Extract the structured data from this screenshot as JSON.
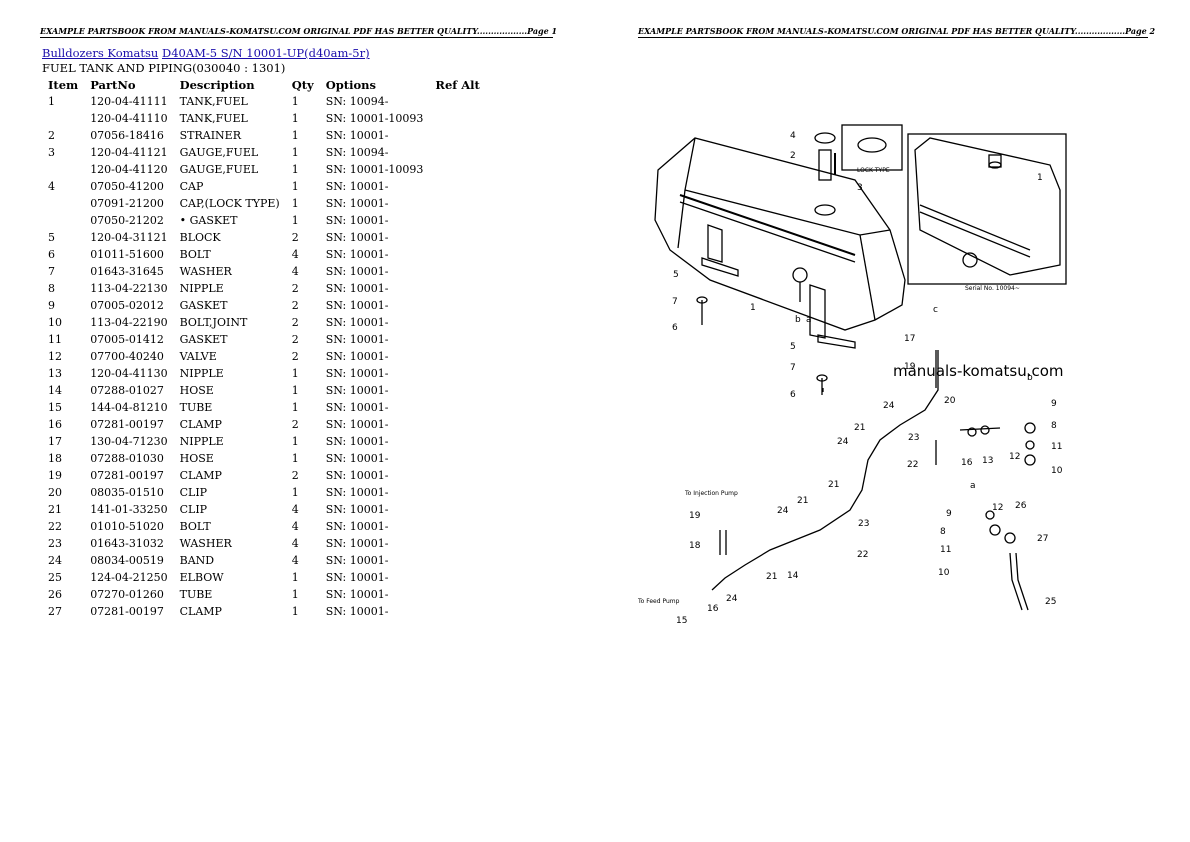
{
  "header": {
    "page1": "EXAMPLE PARTSBOOK FROM MANUALS-KOMATSU.COM ORIGINAL PDF HAS BETTER QUALITY..................Page 1",
    "page2": "EXAMPLE PARTSBOOK FROM MANUALS-KOMATSU.COM ORIGINAL PDF HAS BETTER QUALITY..................Page 2"
  },
  "breadcrumb": {
    "link1": "Bulldozers Komatsu",
    "link2": "D40AM-5 S/N 10001-UP(d40am-5r)"
  },
  "section_title": "FUEL TANK AND PIPING(030040 : 1301)",
  "table": {
    "columns": [
      "Item",
      "PartNo",
      "Description",
      "Qty",
      "Options",
      "Ref Alt"
    ],
    "rows": [
      [
        "1",
        "120-04-41111",
        "TANK,FUEL",
        "1",
        "SN: 10094-"
      ],
      [
        "",
        "120-04-41110",
        "TANK,FUEL",
        "1",
        "SN: 10001-10093"
      ],
      [
        "2",
        "07056-18416",
        "STRAINER",
        "1",
        "SN: 10001-"
      ],
      [
        "3",
        "120-04-41121",
        "GAUGE,FUEL",
        "1",
        "SN: 10094-"
      ],
      [
        "",
        "120-04-41120",
        "GAUGE,FUEL",
        "1",
        "SN: 10001-10093"
      ],
      [
        "4",
        "07050-41200",
        "CAP",
        "1",
        "SN: 10001-"
      ],
      [
        "",
        "07091-21200",
        "CAP,(LOCK TYPE)",
        "1",
        "SN: 10001-"
      ],
      [
        "",
        "07050-21202",
        "• GASKET",
        "1",
        "SN: 10001-"
      ],
      [
        "5",
        "120-04-31121",
        "BLOCK",
        "2",
        "SN: 10001-"
      ],
      [
        "6",
        "01011-51600",
        "BOLT",
        "4",
        "SN: 10001-"
      ],
      [
        "7",
        "01643-31645",
        "WASHER",
        "4",
        "SN: 10001-"
      ],
      [
        "8",
        "113-04-22130",
        "NIPPLE",
        "2",
        "SN: 10001-"
      ],
      [
        "9",
        "07005-02012",
        "GASKET",
        "2",
        "SN: 10001-"
      ],
      [
        "10",
        "113-04-22190",
        "BOLT,JOINT",
        "2",
        "SN: 10001-"
      ],
      [
        "11",
        "07005-01412",
        "GASKET",
        "2",
        "SN: 10001-"
      ],
      [
        "12",
        "07700-40240",
        "VALVE",
        "2",
        "SN: 10001-"
      ],
      [
        "13",
        "120-04-41130",
        "NIPPLE",
        "1",
        "SN: 10001-"
      ],
      [
        "14",
        "07288-01027",
        "HOSE",
        "1",
        "SN: 10001-"
      ],
      [
        "15",
        "144-04-81210",
        "TUBE",
        "1",
        "SN: 10001-"
      ],
      [
        "16",
        "07281-00197",
        "CLAMP",
        "2",
        "SN: 10001-"
      ],
      [
        "17",
        "130-04-71230",
        "NIPPLE",
        "1",
        "SN: 10001-"
      ],
      [
        "18",
        "07288-01030",
        "HOSE",
        "1",
        "SN: 10001-"
      ],
      [
        "19",
        "07281-00197",
        "CLAMP",
        "2",
        "SN: 10001-"
      ],
      [
        "20",
        "08035-01510",
        "CLIP",
        "1",
        "SN: 10001-"
      ],
      [
        "21",
        "141-01-33250",
        "CLIP",
        "4",
        "SN: 10001-"
      ],
      [
        "22",
        "01010-51020",
        "BOLT",
        "4",
        "SN: 10001-"
      ],
      [
        "23",
        "01643-31032",
        "WASHER",
        "4",
        "SN: 10001-"
      ],
      [
        "24",
        "08034-00519",
        "BAND",
        "4",
        "SN: 10001-"
      ],
      [
        "25",
        "124-04-21250",
        "ELBOW",
        "1",
        "SN: 10001-"
      ],
      [
        "26",
        "07270-01260",
        "TUBE",
        "1",
        "SN: 10001-"
      ],
      [
        "27",
        "07281-00197",
        "CLAMP",
        "1",
        "SN: 10001-"
      ]
    ]
  },
  "watermark": "manuals-komatsu.com",
  "diagram": {
    "inset_lock_label": "LOCK TYPE",
    "inset_serial_label": "Serial No. 10094~",
    "to_injection_pump": "To Injection Pump",
    "to_feed_pump": "To Feed Pump",
    "callouts": [
      "1",
      "2",
      "3",
      "4",
      "5",
      "6",
      "7",
      "8",
      "9",
      "10",
      "11",
      "12",
      "13",
      "15",
      "16",
      "17",
      "18",
      "19",
      "20",
      "21",
      "22",
      "23",
      "24",
      "25",
      "26",
      "27",
      "a",
      "b",
      "c"
    ]
  }
}
